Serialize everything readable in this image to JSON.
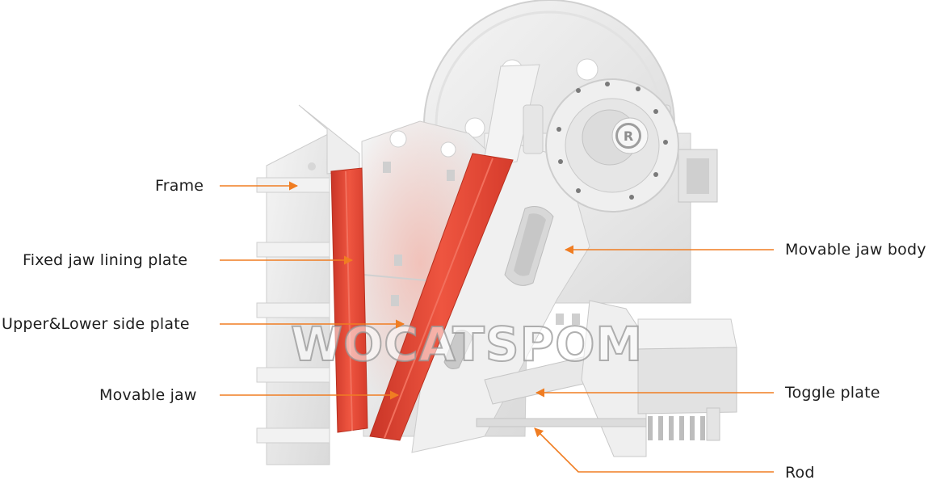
{
  "labels": {
    "frame": "Frame",
    "fixed_jaw_lining_plate": "Fixed jaw lining plate",
    "upper_lower_side_plate": "Upper&Lower side plate",
    "movable_jaw": "Movable jaw",
    "movable_jaw_body": "Movable jaw body",
    "toggle_plate": "Toggle plate",
    "rod": "Rod"
  },
  "watermark": "WOCATSPOM",
  "logo_mark": "R",
  "colors": {
    "leader": "#f07d22",
    "jaw_red": "#e8432f",
    "machine_body": "#e9e9e9"
  }
}
